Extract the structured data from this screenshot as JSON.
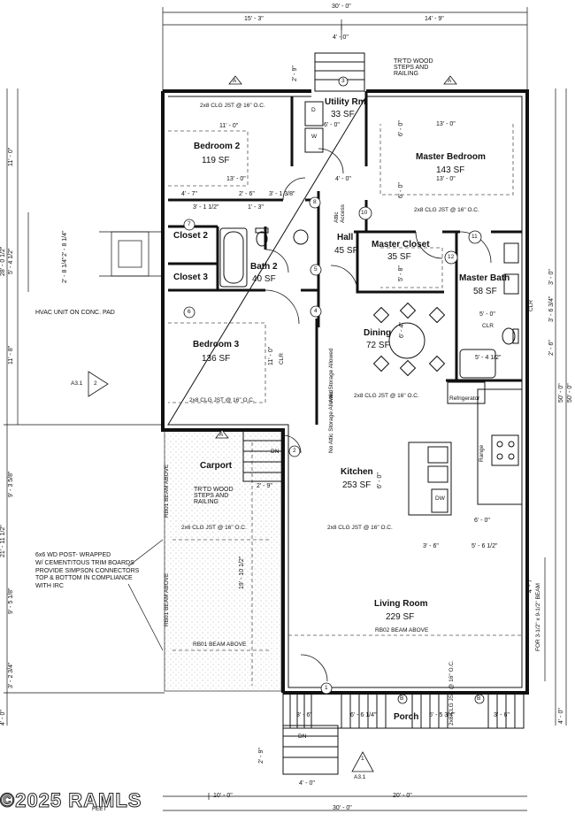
{
  "rooms": {
    "utility": {
      "name": "Utility Rm",
      "area": "33 SF"
    },
    "master_bedroom": {
      "name": "Master Bedroom",
      "area": "143 SF"
    },
    "bedroom2": {
      "name": "Bedroom 2",
      "area": "119 SF"
    },
    "closet2": {
      "name": "Closet 2"
    },
    "closet3": {
      "name": "Closet 3"
    },
    "bath2": {
      "name": "Bath 2",
      "area": "40 SF"
    },
    "hall": {
      "name": "Hall",
      "area": "45 SF"
    },
    "master_closet": {
      "name": "Master Closet",
      "area": "35 SF"
    },
    "master_bath": {
      "name": "Master Bath",
      "area": "58 SF"
    },
    "bedroom3": {
      "name": "Bedroom 3",
      "area": "136 SF"
    },
    "dining": {
      "name": "Dining",
      "area": "72 SF"
    },
    "kitchen": {
      "name": "Kitchen",
      "area": "253 SF"
    },
    "carport": {
      "name": "Carport"
    },
    "living": {
      "name": "Living Room",
      "area": "229 SF"
    },
    "porch": {
      "name": "Porch"
    }
  },
  "dimensions": {
    "top_overall": "30' - 0\"",
    "top_left": "15' - 3\"",
    "top_right": "14' - 9\"",
    "steps_width": "4' - 0\"",
    "steps_height": "2' - 9\"",
    "util_w": "6' - 0\"",
    "util_h": "4' - 0\"",
    "bed2_w": "11' - 0\"",
    "bed2_inner": "13' - 0\"",
    "master_w": "13' - 0\"",
    "master_inner": "13' - 0\"",
    "master_h1": "6' - 0\"",
    "master_h2": "6' - 0\"",
    "d_4_7": "4' - 7\"",
    "d_2_6": "2' - 6\"",
    "d_3_1_8": "3' - 1 3/8\"",
    "d_3_1_2": "3' - 1 1/2\"",
    "d_1_3": "1' - 3\"",
    "mc_h": "5' - 8\"",
    "mb_w": "5' - 0\"",
    "mb_h": "3' - 0\"",
    "mb_h2": "3' - 6 3/4\"",
    "mb_h3": "2' - 6\"",
    "mb_tub": "5' - 4 1/2\"",
    "dining_h": "6' - 4\"",
    "bed3_h": "11' - 0\"",
    "kitchen_h": "6' - 0\"",
    "kitchen_w": "6' - 0\"",
    "k_3_6": "3' - 6\"",
    "k_5_6": "5' - 6 1/2\"",
    "carport_h": "19' - 10 1/2\"",
    "carport_step": "2' - 9\"",
    "porch_3_6a": "3' - 6\"",
    "porch_6_6": "6' - 6 1/4\"",
    "porch_6_5": "6' - 5 3/4\"",
    "porch_3_6b": "3' - 6\"",
    "porch_steps_w": "4' - 0\"",
    "porch_steps_h": "2' - 9\"",
    "bottom_left": "10' - 0\"",
    "bottom_right": "20' - 0\"",
    "bottom_overall": "30' - 0\"",
    "left_11": "11' - 0\"",
    "left_28": "28' - 0 1/2\"",
    "left_5_4": "5' - 4 1/2\"",
    "left_2_8": "2' - 8 1/4\"",
    "left_2_8b": "2' - 8 1/4\"",
    "left_11_8": "11' - 8\"",
    "left_9_3": "9' - 3 5/8\"",
    "left_21": "21' - 11 1/2\"",
    "left_9_5": "9' - 5 1/8\"",
    "left_3_2": "3' - 2 3/4\"",
    "left_4": "4' - 0\"",
    "right_50a": "50' - 0\"",
    "right_50b": "50' - 0\"",
    "right_4_7": "4' - 7\"",
    "right_4": "4' - 0\"",
    "utility_small": "4' - 0\""
  },
  "notes": {
    "steps_top": "TR'TD WOOD\nSTEPS AND\nRAILING",
    "jst_bed2": "2x8 CLG JST @ 16\" O.C.",
    "jst_master": "2x8 CLG JST @ 16\" O.C.",
    "jst_bed3": "2x8 CLG JST @ 16\" O.C.",
    "jst_kitchen": "2x8 CLG JST @ 16\" O.C.",
    "jst_living": "2x8 CLG JST @ 16\" O.C.",
    "jst_carport": "2x6 CLG JST @ 16\" O.C.",
    "jst_porch": "2x8 CLG JST @ 16\" O.C.",
    "attic_access": "Attic\nAccess",
    "attic_storage1": "Attic Storage Allowed",
    "attic_storage2": "No Attic Storage Allowed",
    "hvac": "HVAC UNIT ON CONC. PAD",
    "clr1": "CLR",
    "clr2": "CLR",
    "clr3": "CLR",
    "refrigerator": "Refrigerator",
    "range": "Range",
    "dw": "DW",
    "dn1": "DN",
    "dn2": "DN",
    "carport_steps": "TR'TD WOOD\nSTEPS AND\nRAILING",
    "rb01a": "RB01 BEAM ABOVE",
    "rb01b": "RB01 BEAM ABOVE",
    "rb01c": "RB01 BEAM ABOVE",
    "rb02": "RB02 BEAM ABOVE",
    "beam_right": "FOR 3-1/2\" x 9-1/2\" BEAM",
    "post_note": "6x6 WD POST- WRAPPED\nW/ CEMENTITOUS TRIM BOARDS\nPROVIDE SIMPSON CONNECTORS\nTOP & BOTTOM IN COMPLIANCE\nWITH IRC",
    "w": "W",
    "d": "D",
    "feet": "FEET",
    "watermark": "©2025 RAMLS"
  },
  "tags": {
    "t1": "1",
    "t2": "2",
    "t3": "3",
    "t4": "4",
    "t5": "5",
    "t6": "6",
    "t7": "7",
    "t8": "8",
    "t10": "10",
    "t11": "11",
    "t12": "12",
    "tA": "A",
    "tB": "B",
    "sheet1": "A3.1",
    "sheet2": "A3.1",
    "sheet_num1": "2",
    "sheet_num2": "1"
  }
}
